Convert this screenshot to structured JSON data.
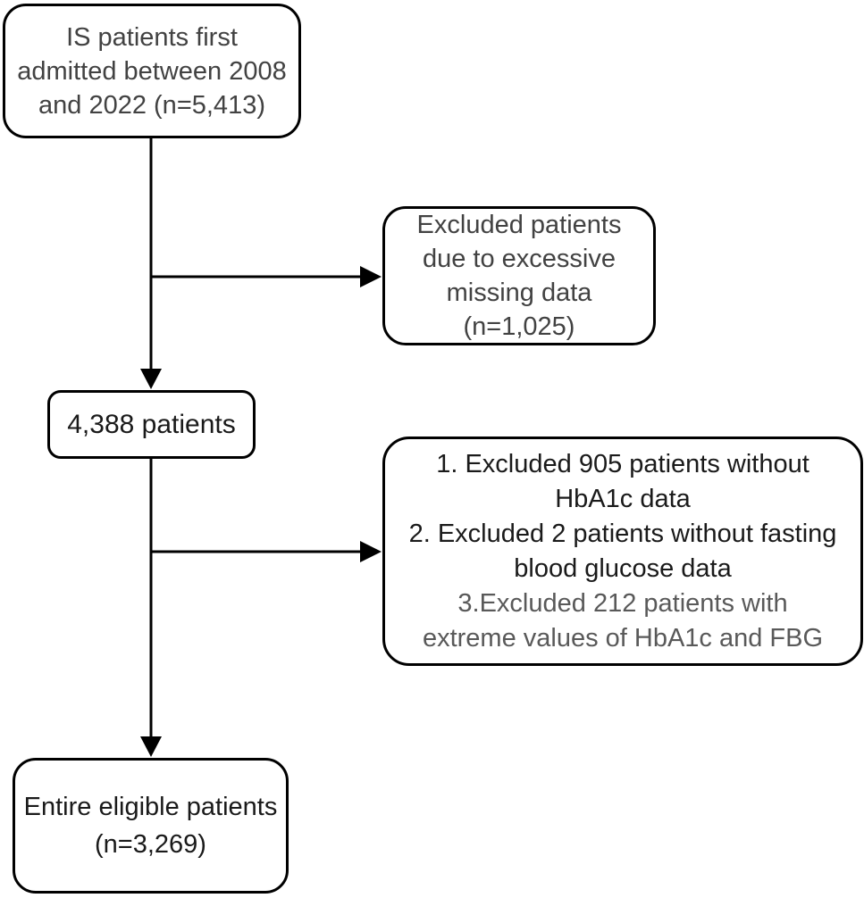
{
  "colors": {
    "border": "#000000",
    "fill": "#ffffff",
    "arrow": "#000000",
    "text_primary": "#1a1a1a",
    "text_secondary": "#424242",
    "text_muted": "#595959"
  },
  "flowchart": {
    "nodes": {
      "initial": {
        "lines": [
          "IS patients first",
          "admitted between 2008",
          "and 2022 (n=5,413)"
        ]
      },
      "excluded_missing": {
        "lines": [
          "Excluded patients",
          "due to excessive",
          "missing data",
          "(n=1,025)"
        ]
      },
      "after_missing": {
        "lines": [
          "4,388 patients"
        ]
      },
      "excluded_criteria": {
        "lines": [
          "1. Excluded 905 patients without",
          "HbA1c data",
          "2. Excluded 2 patients without fasting",
          "blood glucose data",
          "3.Excluded 212 patients with",
          "extreme values of HbA1c and FBG"
        ]
      },
      "final": {
        "lines": [
          "Entire eligible patients",
          "(n=3,269)"
        ]
      }
    }
  }
}
